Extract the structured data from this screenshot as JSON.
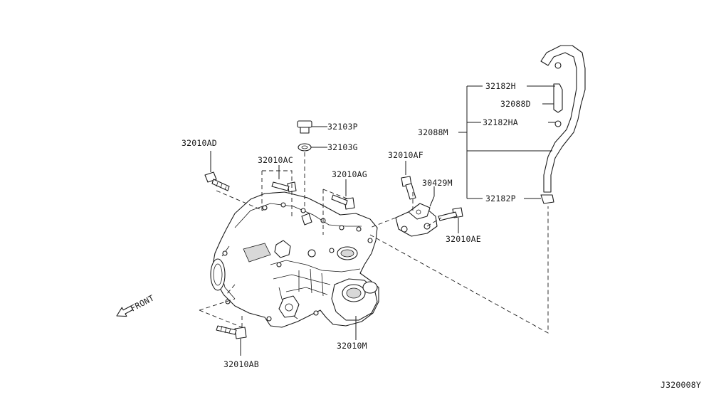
{
  "diagram_id": "J320008Y",
  "front_label": "FRONT",
  "labels": {
    "p32103P": "32103P",
    "p32103G": "32103G",
    "p32010AD": "32010AD",
    "p32010AC": "32010AC",
    "p32010AG": "32010AG",
    "p32010AF": "32010AF",
    "p30429M": "30429M",
    "p32010AE": "32010AE",
    "p32182H": "32182H",
    "p32088D": "32088D",
    "p32088M": "32088M",
    "p32182HA": "32182HA",
    "p32182P": "32182P",
    "p32010M": "32010M",
    "p32010AB": "32010AB"
  }
}
